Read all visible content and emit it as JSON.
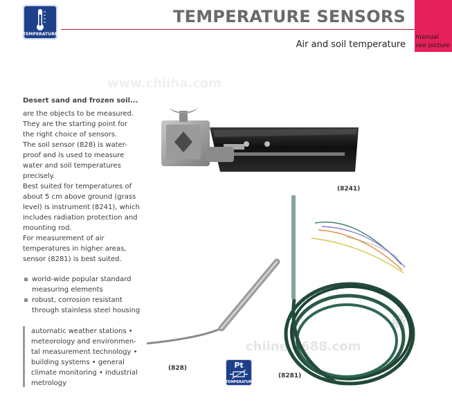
{
  "header": {
    "logo_label": "TEMPERATURE",
    "title": "TEMPERATURE SENSORS",
    "subtitle": "Air and soil temperature",
    "tab_line1": "manual",
    "tab_line2": "see picture"
  },
  "intro": {
    "heading": "Desert sand and frozen soil...",
    "lines": [
      "are the objects to be measured.",
      "They are the starting point for",
      "the right choice of sensors.",
      "The soil sensor (828) is water-",
      "proof and is used to measure",
      "water and soil temperatures",
      "precisely.",
      "Best suited for temperatures of",
      "about 5 cm above ground (grass",
      "level) is instrument (8241), which",
      "includes radiation protection and",
      "mounting rod.",
      "For measurement of air",
      "temperatures in higher areas,",
      "sensor (8281) is best suited."
    ]
  },
  "bullets": [
    {
      "l1": "world-wide popular standard",
      "l2": "measuring elements"
    },
    {
      "l1": "robust, corrosion resistant",
      "l2": "through stainless steel housing"
    }
  ],
  "apps": {
    "lines": [
      "automatic weather stations •",
      "meteorology and environmen-",
      "tal measurement technology •",
      "building systems • general",
      "climate monitoring • industrial",
      "metrology"
    ]
  },
  "captions": {
    "c8241": "(8241)",
    "c828": "(828)",
    "c8281": "(8281)"
  },
  "pt_badge": {
    "top": "Pt",
    "bottom": "TEMPERATURE"
  },
  "watermarks": {
    "w1": "www.chiiha.com",
    "w2": "商",
    "w3": "chiine.1688.com"
  },
  "colors": {
    "accent": "#e6205a",
    "rule": "#b31935",
    "badge": "#1e3f8a"
  }
}
